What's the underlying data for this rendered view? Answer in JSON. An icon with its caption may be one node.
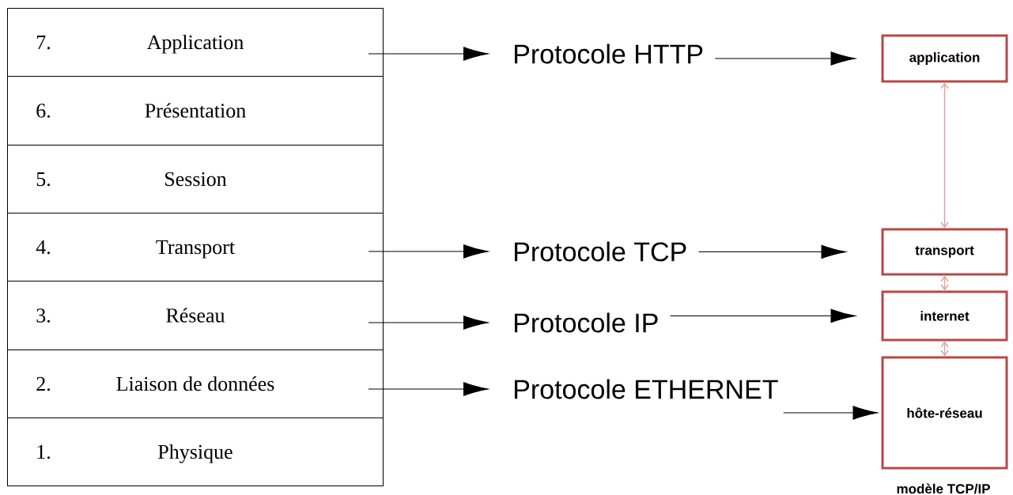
{
  "diagram": {
    "nodes": [
      {
        "text": [
          "7.",
          "Application"
        ]
      },
      {
        "text": [
          "6.",
          "Présentation"
        ]
      },
      {
        "text": [
          "5.",
          "Session"
        ]
      },
      {
        "text": [
          "4.",
          "Transport"
        ]
      },
      {
        "text": [
          "3.",
          "Réseau"
        ]
      },
      {
        "text": [
          "2.",
          "Liaison de données"
        ]
      },
      {
        "text": [
          "1.",
          "Physique"
        ]
      },
      {
        "text": [
          "Protocole HTTP"
        ]
      },
      {
        "text": [
          "Protocole TCP"
        ]
      },
      {
        "text": [
          "Protocole IP"
        ]
      },
      {
        "text": [
          "Protocole ETHERNET"
        ]
      },
      {
        "text": [
          "application"
        ]
      },
      {
        "text": [
          "transport"
        ]
      },
      {
        "text": [
          "internet"
        ]
      },
      {
        "text": [
          "hôte-réseau"
        ]
      }
    ],
    "edges": [
      {
        "from": 0,
        "to": 7,
        "arrow": "to"
      },
      {
        "from": 3,
        "to": 8,
        "arrow": "to"
      },
      {
        "from": 4,
        "to": 9,
        "arrow": "to"
      },
      {
        "from": 5,
        "to": 10,
        "arrow": "to"
      },
      {
        "from": 7,
        "to": 11,
        "arrow": "to"
      },
      {
        "from": 8,
        "to": 12,
        "arrow": "to"
      },
      {
        "from": 9,
        "to": 13,
        "arrow": "to"
      },
      {
        "from": 10,
        "to": 14,
        "arrow": "to"
      },
      {
        "from": 11,
        "to": 12,
        "arrow": "both",
        "color": "#e4a0a0"
      },
      {
        "from": 12,
        "to": 13,
        "arrow": "both",
        "color": "#e4a0a0"
      },
      {
        "from": 13,
        "to": 14,
        "arrow": "both",
        "color": "#e4a0a0"
      }
    ],
    "labels": [
      "modèle TCP/IP"
    ]
  }
}
